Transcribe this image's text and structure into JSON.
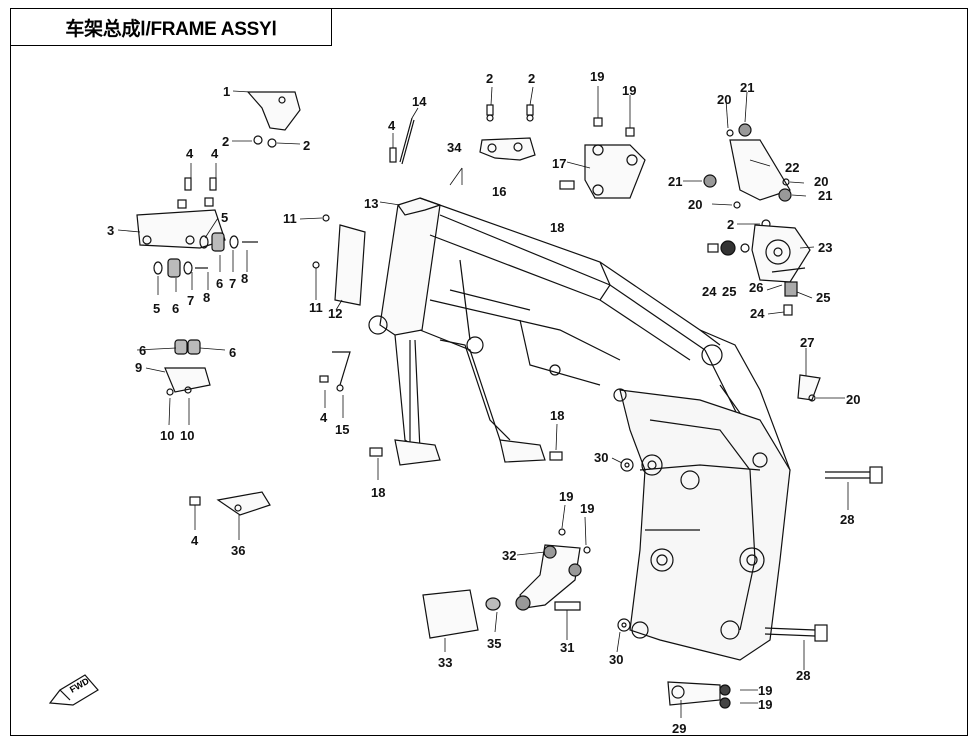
{
  "title": "车架总成Ⅰ/FRAME ASSYⅠ",
  "fwd_label": "FWD",
  "callouts": [
    {
      "id": "c1",
      "label": "1"
    },
    {
      "id": "c2a",
      "label": "2"
    },
    {
      "id": "c2b",
      "label": "2"
    },
    {
      "id": "c2c",
      "label": "2"
    },
    {
      "id": "c2d",
      "label": "2"
    },
    {
      "id": "c2e",
      "label": "2"
    },
    {
      "id": "c3",
      "label": "3"
    },
    {
      "id": "c4a",
      "label": "4"
    },
    {
      "id": "c4b",
      "label": "4"
    },
    {
      "id": "c4c",
      "label": "4"
    },
    {
      "id": "c4d",
      "label": "4"
    },
    {
      "id": "c4e",
      "label": "4"
    },
    {
      "id": "c5a",
      "label": "5"
    },
    {
      "id": "c5b",
      "label": "5"
    },
    {
      "id": "c6a",
      "label": "6"
    },
    {
      "id": "c6b",
      "label": "6"
    },
    {
      "id": "c6c",
      "label": "6"
    },
    {
      "id": "c6d",
      "label": "6"
    },
    {
      "id": "c7a",
      "label": "7"
    },
    {
      "id": "c7b",
      "label": "7"
    },
    {
      "id": "c8a",
      "label": "8"
    },
    {
      "id": "c8b",
      "label": "8"
    },
    {
      "id": "c9",
      "label": "9"
    },
    {
      "id": "c10a",
      "label": "10"
    },
    {
      "id": "c10b",
      "label": "10"
    },
    {
      "id": "c11a",
      "label": "11"
    },
    {
      "id": "c11b",
      "label": "11"
    },
    {
      "id": "c12",
      "label": "12"
    },
    {
      "id": "c13",
      "label": "13"
    },
    {
      "id": "c14",
      "label": "14"
    },
    {
      "id": "c15",
      "label": "15"
    },
    {
      "id": "c16",
      "label": "16"
    },
    {
      "id": "c17",
      "label": "17"
    },
    {
      "id": "c18a",
      "label": "18"
    },
    {
      "id": "c18b",
      "label": "18"
    },
    {
      "id": "c18c",
      "label": "18"
    },
    {
      "id": "c19a",
      "label": "19"
    },
    {
      "id": "c19b",
      "label": "19"
    },
    {
      "id": "c19c",
      "label": "19"
    },
    {
      "id": "c19d",
      "label": "19"
    },
    {
      "id": "c19e",
      "label": "19"
    },
    {
      "id": "c19f",
      "label": "19"
    },
    {
      "id": "c20a",
      "label": "20"
    },
    {
      "id": "c20b",
      "label": "20"
    },
    {
      "id": "c20c",
      "label": "20"
    },
    {
      "id": "c20d",
      "label": "20"
    },
    {
      "id": "c21a",
      "label": "21"
    },
    {
      "id": "c21b",
      "label": "21"
    },
    {
      "id": "c21c",
      "label": "21"
    },
    {
      "id": "c22",
      "label": "22"
    },
    {
      "id": "c23",
      "label": "23"
    },
    {
      "id": "c24a",
      "label": "24"
    },
    {
      "id": "c24b",
      "label": "24"
    },
    {
      "id": "c25a",
      "label": "25"
    },
    {
      "id": "c25b",
      "label": "25"
    },
    {
      "id": "c26",
      "label": "26"
    },
    {
      "id": "c27",
      "label": "27"
    },
    {
      "id": "c28a",
      "label": "28"
    },
    {
      "id": "c28b",
      "label": "28"
    },
    {
      "id": "c29",
      "label": "29"
    },
    {
      "id": "c30a",
      "label": "30"
    },
    {
      "id": "c30b",
      "label": "30"
    },
    {
      "id": "c31",
      "label": "31"
    },
    {
      "id": "c32",
      "label": "32"
    },
    {
      "id": "c33",
      "label": "33"
    },
    {
      "id": "c34",
      "label": "34"
    },
    {
      "id": "c35",
      "label": "35"
    },
    {
      "id": "c36",
      "label": "36"
    }
  ]
}
